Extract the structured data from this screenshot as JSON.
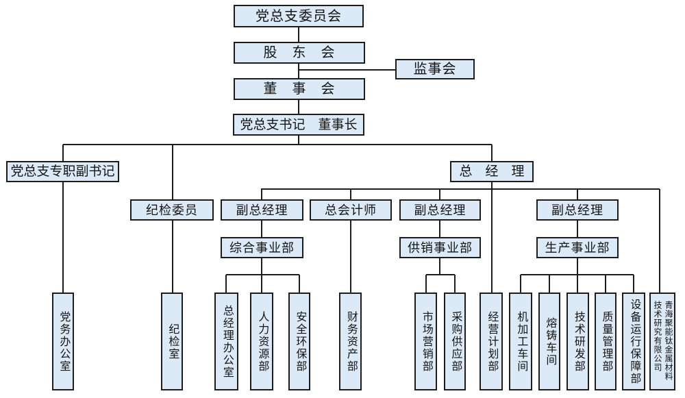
{
  "org_chart": {
    "nodes": {
      "party_general_branch_committee": "党总支委员会",
      "shareholders_meeting": "股　东　会",
      "supervisory_board": "监事会",
      "board_of_directors": "董　事　会",
      "party_secretary_chairman": "党总支书记　董事长",
      "deputy_party_secretary": "党总支专职副书记",
      "general_manager": "总　经　理",
      "discipline_inspection_commissioner": "纪检委员",
      "deputy_gm_1": "副总经理",
      "chief_accountant": "总会计师",
      "deputy_gm_2": "副总经理",
      "deputy_gm_3": "副总经理",
      "comprehensive_division": "综合事业部",
      "supply_marketing_division": "供销事业部",
      "production_division": "生产事业部",
      "party_affairs_office": "党务办公室",
      "discipline_inspection_office": "纪检室",
      "gm_office": "总经理办公室",
      "hr_dept": "人力资源部",
      "safety_env_dept": "安全环保部",
      "finance_assets_dept": "财务资产部",
      "marketing_dept": "市场营销部",
      "procurement_supply_dept": "采购供应部",
      "operation_planning_dept": "经营计划部",
      "machining_workshop": "机加工车间",
      "casting_workshop": "熔铸车间",
      "tech_rd_dept": "技术研发部",
      "quality_mgmt_dept": "质量管理部",
      "equipment_support_dept": "设备运行保障部",
      "subsidiary_company": "青海聚能钛金属材料技术研究有限公司"
    },
    "colors": {
      "box_fill": "#dce9f7",
      "box_border": "#1c1c1c",
      "connector_line": "#1c1c1c",
      "text": "#141414",
      "background": "#ffffff"
    }
  }
}
